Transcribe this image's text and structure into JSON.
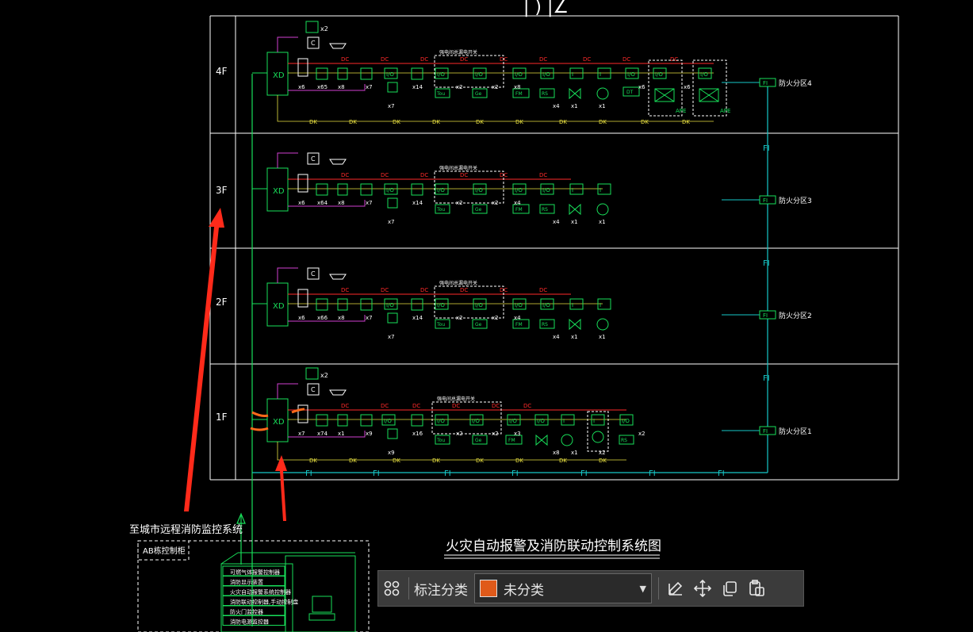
{
  "colors": {
    "background": "#000000",
    "frame": "#ffffff",
    "green": "#18e05a",
    "red": "#ff2a2a",
    "yellow": "#e8e040",
    "magenta": "#d040d0",
    "cyan": "#16c8c8",
    "arrow": "#ff2a1a",
    "swatch": "#e05a1a"
  },
  "drawing": {
    "title": "火灾自动报警及消防联动控制系统图",
    "top_fragment": "| ) |∠",
    "floors": [
      {
        "label": "4F",
        "zone": "防火分区4",
        "counts": [
          "x6",
          "x65",
          "x8",
          "x7",
          "x7",
          "x14",
          "x2",
          "x2",
          "x8",
          "x4",
          "x1",
          "x1",
          "x6",
          "x6"
        ]
      },
      {
        "label": "3F",
        "zone": "防火分区3",
        "counts": [
          "x6",
          "x64",
          "x8",
          "x7",
          "x7",
          "x14",
          "x2",
          "x2",
          "x4",
          "x4",
          "x1",
          "x1"
        ]
      },
      {
        "label": "2F",
        "zone": "防火分区2",
        "counts": [
          "x6",
          "x66",
          "x8",
          "x7",
          "x7",
          "x14",
          "x2",
          "x2",
          "x4",
          "x4",
          "x1",
          "x1"
        ]
      },
      {
        "label": "1F",
        "zone": "防火分区1",
        "counts": [
          "x7",
          "x74",
          "x1",
          "x9",
          "x9",
          "x16",
          "x2",
          "x2",
          "x3",
          "x8",
          "x1",
          "x2",
          "x2"
        ]
      }
    ],
    "speaker_count": "x2",
    "group_label": "强电间总漏电开关",
    "panel_label": "XD",
    "module_labels": [
      "I/O",
      "I/O",
      "I/O",
      "I/O",
      "I/O",
      "I",
      "I",
      "I/O",
      "I/O"
    ],
    "device_labels": [
      "Tou",
      "Ge",
      "FM",
      "RS",
      "DT",
      "APE"
    ],
    "bus_label_dk": "DK",
    "bus_label_dc": "DC",
    "bus_label_fi": "FI",
    "remote_label": "至城市远程消防监控系统",
    "control_room_label": "AB栋控制柜",
    "cabinet_items": [
      "可燃气体报警控制器",
      "消防显示装置",
      "火灾自动报警系统控制器",
      "消防联动控制器,手动控制盘",
      "防火门监控器",
      "消防电源监控器"
    ]
  },
  "toolbar": {
    "layout_icon": "grid-layout-icon",
    "label": "标注分类",
    "select_value": "未分类",
    "edit_icon": "edit-icon",
    "move_icon": "move-icon",
    "copy_icon": "copy-icon",
    "paste_icon": "paste-icon"
  }
}
